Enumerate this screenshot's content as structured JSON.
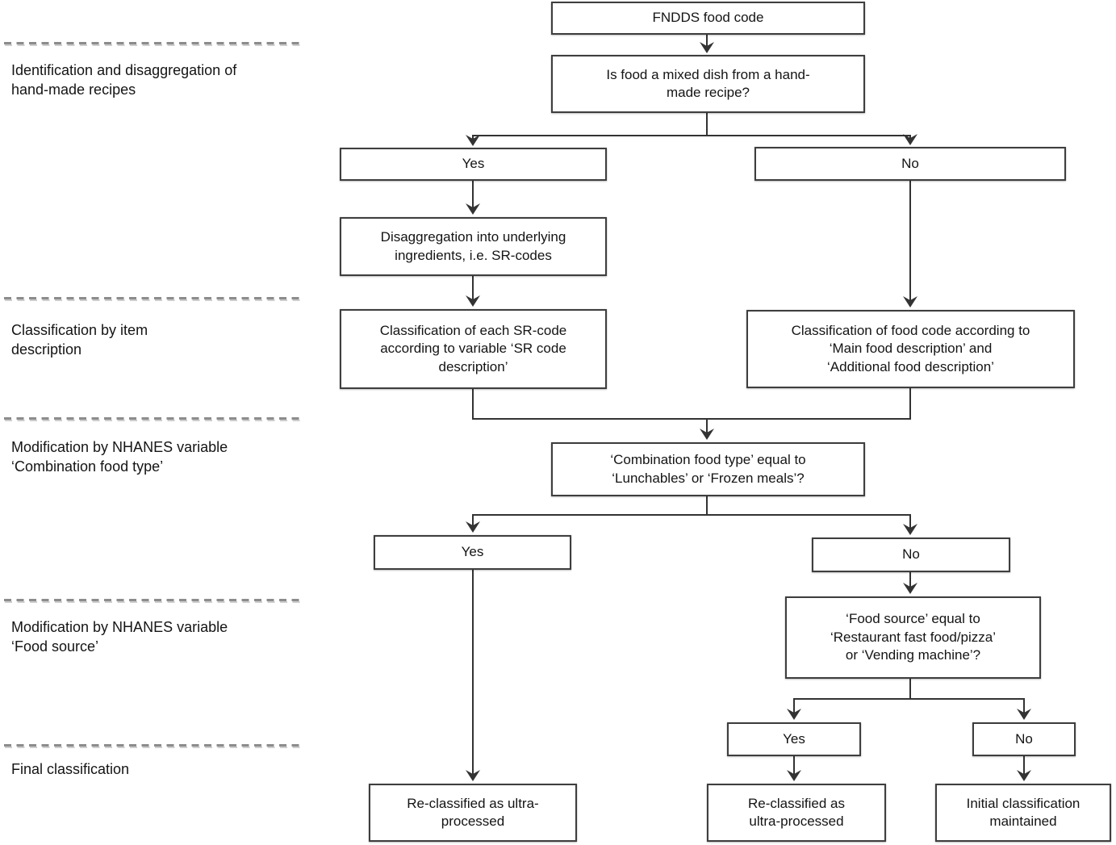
{
  "colors": {
    "box-border": "#3e3e3e",
    "line-color": "#333333",
    "text-color": "#141414",
    "dash-color": "#8c8c8c"
  },
  "stages": [
    {
      "label": "Identification and disaggregation of\nhand-made recipes"
    },
    {
      "label": "Classification by item\ndescription"
    },
    {
      "label": "Modification by NHANES variable\n‘Combination food type’"
    },
    {
      "label": "Modification by NHANES variable\n‘Food source’"
    },
    {
      "label": "Final classification"
    }
  ],
  "nodes": {
    "fndds": {
      "text": "FNDDS food code"
    },
    "mixed_dish_q": {
      "text": "Is food a mixed dish from a hand-\nmade recipe?"
    },
    "mixed_yes": {
      "text": "Yes"
    },
    "mixed_no": {
      "text": "No"
    },
    "disaggregation": {
      "text": "Disaggregation into underlying\ningredients, i.e. SR-codes"
    },
    "sr_classification": {
      "text": "Classification of each SR-code\naccording to variable ‘SR code\ndescription’"
    },
    "food_code_classification": {
      "text": "Classification of food code according to\n‘Main food description’ and\n‘Additional food description’"
    },
    "combination_q": {
      "text": "‘Combination food type’ equal to\n‘Lunchables’ or ‘Frozen meals’?"
    },
    "combination_yes": {
      "text": "Yes"
    },
    "combination_no": {
      "text": "No"
    },
    "food_source_q": {
      "text": "‘Food source’ equal to\n‘Restaurant fast food/pizza’\nor ‘Vending machine’?"
    },
    "food_source_yes": {
      "text": "Yes"
    },
    "food_source_no": {
      "text": "No"
    },
    "reclassified_ultra_left": {
      "text": "Re-classified as ultra-\nprocessed"
    },
    "reclassified_ultra_mid": {
      "text": "Re-classified as\nultra-processed"
    },
    "initial_maintained": {
      "text": "Initial classification\nmaintained"
    }
  }
}
